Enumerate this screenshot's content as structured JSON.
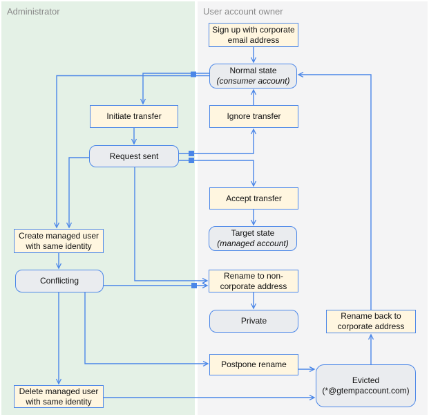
{
  "lanes": {
    "admin": {
      "title": "Administrator"
    },
    "user": {
      "title": "User account owner"
    }
  },
  "colors": {
    "edge_blue": "#4a86e8",
    "action_fill": "#fff6e0",
    "state_fill": "#eaecef",
    "admin_lane_bg": "#e4f1e6",
    "user_lane_bg": "#f4f4f5",
    "lane_title_text": "#8a8a8a"
  },
  "nodes": {
    "sign_up": {
      "label": [
        "Sign up with corporate",
        "email address"
      ]
    },
    "normal_state": {
      "label": [
        "Normal state",
        "(consumer account)"
      ]
    },
    "initiate": {
      "label": [
        "Initiate transfer"
      ]
    },
    "ignore": {
      "label": [
        "Ignore transfer"
      ]
    },
    "request_sent": {
      "label": [
        "Request sent"
      ]
    },
    "accept": {
      "label": [
        "Accept transfer"
      ]
    },
    "target_state": {
      "label": [
        "Target state",
        "(managed account)"
      ]
    },
    "create_managed": {
      "label": [
        "Create managed user",
        "with same identity"
      ]
    },
    "conflicting": {
      "label": [
        "Conflicting"
      ]
    },
    "rename_noncorp": {
      "label": [
        "Rename to non-",
        "corporate address"
      ]
    },
    "private": {
      "label": [
        "Private"
      ]
    },
    "rename_back": {
      "label": [
        "Rename back to",
        "corporate address"
      ]
    },
    "postpone": {
      "label": [
        "Postpone rename"
      ]
    },
    "evicted": {
      "label": [
        "Evicted",
        "(*@gtempaccount.com)"
      ]
    },
    "delete_managed": {
      "label": [
        "Delete managed user",
        "with same identity"
      ]
    }
  }
}
